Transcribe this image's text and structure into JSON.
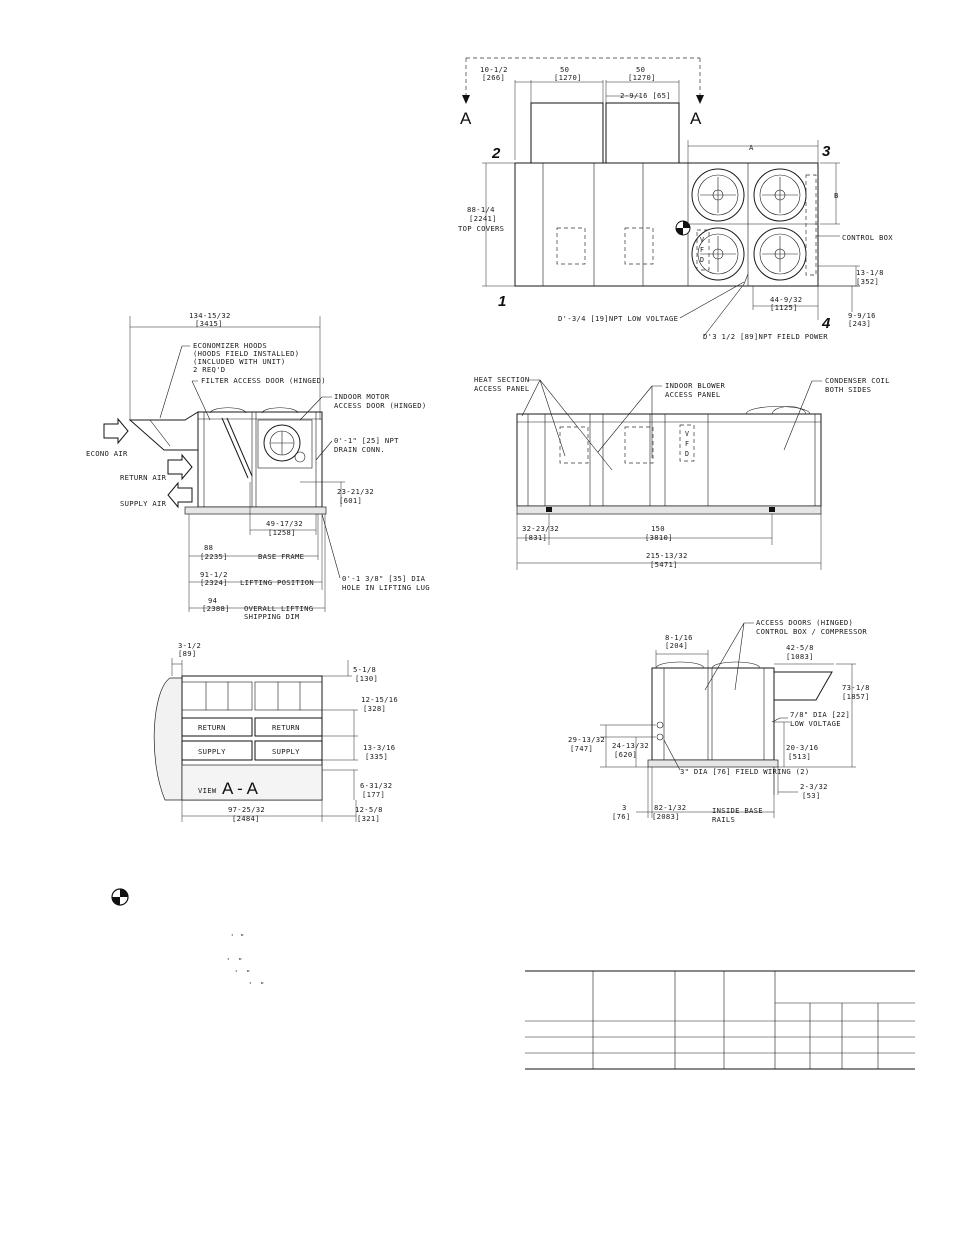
{
  "section_arrows": {
    "left_label": "A",
    "right_label": "A"
  },
  "corner_numbers": [
    "1",
    "2",
    "3",
    "4"
  ],
  "top_view": {
    "dims": {
      "hood_offset": "10-1/2",
      "hood_offset_mm": "[266]",
      "hood1_w": "50",
      "hood1_w_mm": "[1270]",
      "hood2_w": "50",
      "hood2_w_mm": "[1270]",
      "hood_gap": "2-9/16 [65]",
      "height": "88-1/4",
      "height_mm": "[2241]",
      "height_note": "TOP COVERS",
      "dim_a": "A",
      "dim_b": "B",
      "dim_1318": "13-1/8",
      "dim_1318_mm": "[352]",
      "dim_44": "44-9/32",
      "dim_44_mm": "[1125]",
      "dim_99": "9-9/16",
      "dim_99_mm": "[243]"
    },
    "labels": {
      "control_box": "CONTROL BOX",
      "vfd": [
        "V",
        "F",
        "D"
      ],
      "low_voltage": "D'-3/4 [19]NPT LOW VOLTAGE",
      "field_power": "D'3 1/2 [89]NPT FIELD POWER"
    }
  },
  "side_view": {
    "labels": {
      "heat_section": [
        "HEAT SECTION",
        "ACCESS PANEL"
      ],
      "indoor_blower": [
        "INDOOR BLOWER",
        "ACCESS PANEL"
      ],
      "condenser_coil": [
        "CONDENSER COIL",
        "BOTH SIDES"
      ],
      "vfd": [
        "V",
        "F",
        "D"
      ]
    },
    "dims": {
      "d1": "32-23/32",
      "d1_mm": "[831]",
      "d2": "150",
      "d2_mm": "[3810]",
      "d3": "215-13/32",
      "d3_mm": "[5471]"
    }
  },
  "end_view": {
    "dims": {
      "width": "134-15/32",
      "width_mm": "[3415]",
      "d2321": "23-21/32",
      "d2321_mm": "[601]",
      "d4917": "49-17/32",
      "d4917_mm": "[1258]",
      "base": "88",
      "base_mm": "[2235]",
      "base_label": "BASE FRAME",
      "lift": "91-1/2",
      "lift_mm": "[2324]",
      "lift_label": "LIFTING POSITION",
      "overall": "94",
      "overall_mm": "[2388]",
      "overall_label": [
        "OVERALL LIFTING",
        "SHIPPING DIM"
      ]
    },
    "labels": {
      "economizer": [
        "ECONOMIZER HOODS",
        "(HOODS FIELD INSTALLED)",
        "(INCLUDED WITH UNIT)",
        "2 REQ'D"
      ],
      "filter_door": "FILTER ACCESS DOOR (HINGED)",
      "indoor_motor": [
        "INDOOR MOTOR",
        "ACCESS DOOR (HINGED)"
      ],
      "drain": [
        "0'-1\" [25] NPT",
        "DRAIN CONN."
      ],
      "econo_air": "ECONO AIR",
      "return_air": "RETURN AIR",
      "supply_air": "SUPPLY AIR",
      "hole": [
        "0'-1 3/8\" [35] DIA",
        "HOLE IN LIFTING LUG"
      ]
    }
  },
  "view_aa": {
    "title_prefix": "VIEW",
    "title": "A - A",
    "labels": {
      "return": "RETURN",
      "supply": "SUPPLY"
    },
    "dims": {
      "d312": "3-1/2",
      "d312_mm": "[89]",
      "d518": "5-1/8",
      "d518_mm": "[130]",
      "d1215": "12-15/16",
      "d1215_mm": "[328]",
      "d1331": "13-3/16",
      "d1331_mm": "[335]",
      "d631": "6-31/32",
      "d631_mm": "[177]",
      "d97": "97-25/32",
      "d97_mm": "[2484]",
      "d1258": "12-5/8",
      "d1258_mm": "[321]"
    }
  },
  "rear_view": {
    "labels": {
      "access_doors": [
        "ACCESS DOORS (HINGED)",
        "CONTROL BOX / COMPRESSOR"
      ],
      "low_voltage": [
        "7/8\" DIA [22]",
        "LOW VOLTAGE"
      ],
      "field_wiring": "3\" DIA [76] FIELD WIRING (2)",
      "inside_base": [
        "INSIDE BASE",
        "RAILS"
      ]
    },
    "dims": {
      "d8116": "8-1/16",
      "d8116_mm": "[204]",
      "d4258": "42-5/8",
      "d4258_mm": "[1083]",
      "d7318": "73-1/8",
      "d7318_mm": "[1857]",
      "d2913": "29-13/32",
      "d2913_mm": "[747]",
      "d2413": "24-13/32",
      "d2413_mm": "[620]",
      "d2031": "20-3/16",
      "d2031_mm": "[513]",
      "d2332": "2-3/32",
      "d2332_mm": "[53]",
      "d3": "3",
      "d3_mm": "[76]",
      "d8212": "82-1/32",
      "d8212_mm": "[2083]"
    }
  },
  "legend": {
    "tick_marks": [
      "'",
      "\"",
      "'",
      "\"",
      "'",
      "\"",
      "'",
      "\""
    ]
  }
}
